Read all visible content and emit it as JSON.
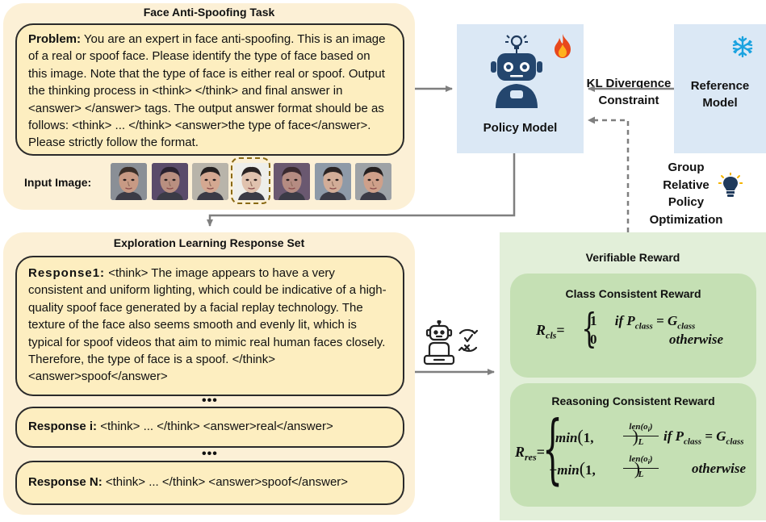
{
  "task_panel": {
    "title": "Face Anti-Spoofing Task",
    "problem_label": "Problem:",
    "problem_text": " You are an expert in face anti-spoofing. This is an image of a real or spoof face. Please identify the type of face based on this image. Note that the type of face is either real or spoof. Output the thinking process in <think> </think> and final answer in <answer> </answer> tags. The output answer format should be as follows: <think> ... </think> <answer>the type of face</answer>. Please strictly follow the format.",
    "input_image_label": "Input Image:"
  },
  "faces": [
    {
      "skin": "#c89a84",
      "hair": "#3a2e28",
      "bg": "#8a8f96"
    },
    {
      "skin": "#b98f80",
      "hair": "#2a2230",
      "bg": "#5a4b6a"
    },
    {
      "skin": "#d4a891",
      "hair": "#242020",
      "bg": "#b8b4aa"
    },
    {
      "skin": "#e0c2ae",
      "hair": "#2a2424",
      "bg": "#eeeeea",
      "highlight": true
    },
    {
      "skin": "#b58c82",
      "hair": "#3a2a30",
      "bg": "#6a5870"
    },
    {
      "skin": "#d2ad98",
      "hair": "#2a2424",
      "bg": "#8e9aa8"
    },
    {
      "skin": "#cfa08a",
      "hair": "#252020",
      "bg": "#9ea2a6"
    }
  ],
  "policy_model": {
    "label": "Policy Model",
    "badge": "fire-icon"
  },
  "reference_model": {
    "label_line1": "Reference",
    "label_line2": "Model",
    "badge": "snowflake-icon"
  },
  "kl_label": {
    "line1": "KL Divergence",
    "line2": "Constraint"
  },
  "grpo_label": {
    "line1": "Group",
    "line2": "Relative",
    "line3": "Policy",
    "line4": "Optimization"
  },
  "response_panel": {
    "title": "Exploration Learning Response Set",
    "response1_label": "Response1:",
    "response1_text": " <think> The image appears to have a very consistent and uniform lighting, which could be indicative of a high-quality spoof face generated by a facial replay technology. The texture of the face also seems smooth and evenly lit, which is typical for spoof videos that aim to mimic real human faces closely. Therefore, the type of face is a spoof. </think>  <answer>spoof</answer>",
    "dots": "•••",
    "response_i_label": "Response i:",
    "response_i_text": " <think> ... </think>  <answer>real</answer>",
    "response_n_label": "Response N:",
    "response_n_text": " <think> ... </think>  <answer>spoof</answer>"
  },
  "reward_panel": {
    "title": "Verifiable Reward",
    "class_title": "Class Consistent Reward",
    "class_lhs": "R",
    "class_lhs_sub": "cls",
    "class_case1_val": "1",
    "class_case1_cond": "if  P",
    "class_case1_sub": "class",
    "class_case1_eq": " = G",
    "class_case1_sub2": "class",
    "class_case2_val": "0",
    "class_case2_cond": "otherwise",
    "reason_title": "Reasoning Consistent Reward",
    "reason_lhs": "R",
    "reason_lhs_sub": "res",
    "reason_case1_pre": "min",
    "reason_case1_one": "1,",
    "reason_frac_num": "len(o",
    "reason_frac_num_sub": "i",
    "reason_frac_num_end": ")",
    "reason_frac_den": "L",
    "reason_case1_cond": "if  P",
    "reason_case1_sub": "class",
    "reason_case1_eq": " = G",
    "reason_case1_sub2": "class",
    "reason_case2_pre": "−min",
    "reason_case2_cond": "otherwise"
  }
}
